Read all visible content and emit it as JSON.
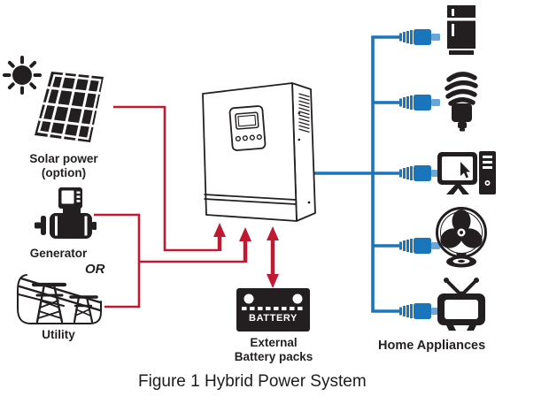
{
  "figure": {
    "caption": "Figure 1 Hybrid Power System"
  },
  "colors": {
    "red": "#c01a32",
    "blue": "#1b75bb",
    "blue_light": "#6aa5d8",
    "ink": "#231f20"
  },
  "sources": {
    "solar": {
      "label1": "Solar power",
      "label2": "(option)"
    },
    "generator": {
      "label": "Generator"
    },
    "conjunction": "OR",
    "utility": {
      "label": "Utility"
    }
  },
  "inverter": {
    "name": "hybrid-inverter"
  },
  "battery": {
    "badge": "BATTERY",
    "label1": "External",
    "label2": "Battery packs"
  },
  "appliances": {
    "label": "Home Appliances",
    "items": [
      "refrigerator",
      "cfl-lamp",
      "computer",
      "fan",
      "television"
    ]
  }
}
